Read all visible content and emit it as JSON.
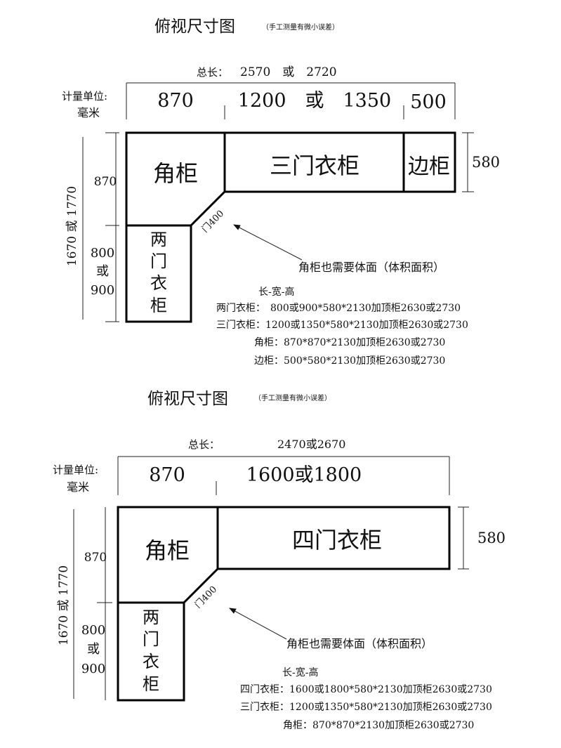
{
  "diagrams": [
    {
      "title": "俯视尺寸图",
      "note": "（手工测量有微小误差）",
      "total_label": "总长：",
      "total_value": "2570　或　2720",
      "unit_label": "计量单位:",
      "unit_value": "毫米",
      "top_dims": [
        "870",
        "1200　或　1350",
        "500"
      ],
      "depth": "580",
      "left_total": "1670 或 1770",
      "left_upper": "870",
      "left_lower": [
        "800",
        "或",
        "900"
      ],
      "cabinets": {
        "corner": "角柜",
        "main": "三门衣柜",
        "side": "边柜",
        "two_door": [
          "两",
          "门",
          "衣",
          "柜"
        ]
      },
      "door": "门400",
      "callout": "角柜也需要体面（体积面积）",
      "spec_header": "长-宽-高",
      "specs": [
        "两门衣柜：　800或900*580*2130加顶柜2630或2730",
        "三门衣柜：1200或1350*580*2130加顶柜2630或2730",
        "角柜：870*870*2130加顶柜2630或2730",
        "边柜：500*580*2130加顶柜2630或2730"
      ]
    },
    {
      "title": "俯视尺寸图",
      "note": "（手工测量有微小误差）",
      "total_label": "总长：",
      "total_value": "2470或2670",
      "unit_label": "计量单位:",
      "unit_value": "毫米",
      "top_dims": [
        "870",
        "1600或1800"
      ],
      "depth": "580",
      "left_total": "1670 或 1770",
      "left_upper": "870",
      "left_lower": [
        "800",
        "或",
        "900"
      ],
      "cabinets": {
        "corner": "角柜",
        "main": "四门衣柜",
        "two_door": [
          "两",
          "门",
          "衣",
          "柜"
        ]
      },
      "door": "门400",
      "callout": "角柜也需要体面（体积面积）",
      "spec_header": "长-宽-高",
      "specs": [
        "四门衣柜：1600或1800*580*2130加顶柜2630或2730",
        "三门衣柜：1200或1350*580*2130加顶柜2630或2730",
        "角柜：870*870*2130加顶柜2630或2730"
      ]
    }
  ]
}
